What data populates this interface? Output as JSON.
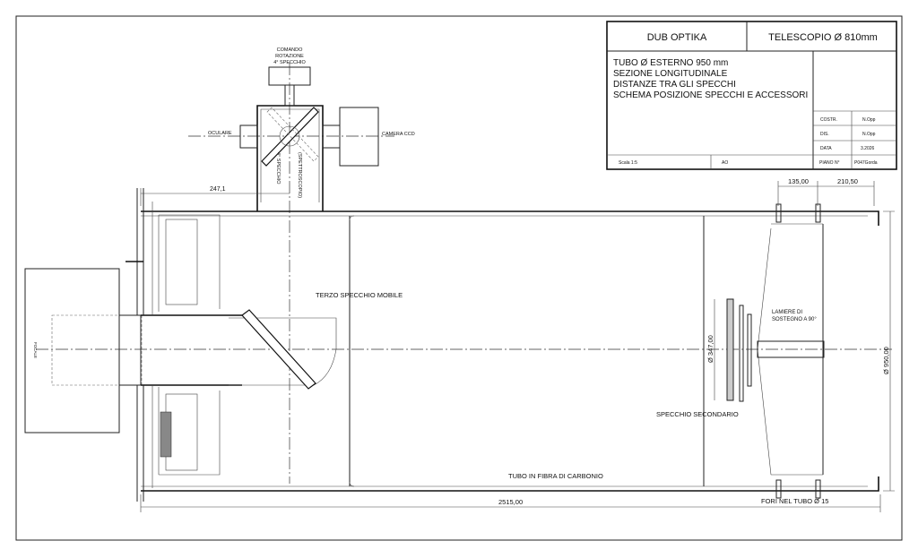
{
  "title_block": {
    "company": "DUB OPTIKA",
    "telescope": "TELESCOPIO Ø 810mm",
    "description": [
      "TUBO Ø ESTERNO 950 mm",
      "SEZIONE LONGITUDINALE",
      "DISTANZE TRA GLI SPECCHI",
      "SCHEMA POSIZIONE SPECCHI E ACCESSORI"
    ],
    "fields": [
      {
        "label": "COSTR.",
        "value": "N.Opp"
      },
      {
        "label": "DIS.",
        "value": "N.Opp"
      },
      {
        "label": "DATA",
        "value": "3.2026"
      },
      {
        "label": "PIANO N°",
        "value": "P047Gorda"
      }
    ],
    "scale": "Scala 1:5",
    "format": "AO"
  },
  "labels": {
    "comando": [
      "COMANDO",
      "ROTAZIONE",
      "4° SPECCHIO"
    ],
    "oculare": "OCULARE",
    "camera": "CAMERA CCD",
    "quarto_specchio": "4° SPECCHIO",
    "spettroscopio": "(SPETTROSCOPIO)",
    "terzo_specchio": "TERZO SPECCHIO MOBILE",
    "lamiere": [
      "LAMIERE DI",
      "SOSTEGNO A 90°"
    ],
    "specchio_secondario": "SPECCHIO SECONDARIO",
    "tubo": "TUBO IN FIBRA DI CARBONIO",
    "fori": "FORI NEL TUBO Ø 15",
    "focale": "FOCALE"
  },
  "dimensions": {
    "d1": "247,1",
    "d2": "135,00",
    "d3": "210,50",
    "d4": "Ø 347,00",
    "d5": "Ø 950,00",
    "d6": "2515,00"
  }
}
